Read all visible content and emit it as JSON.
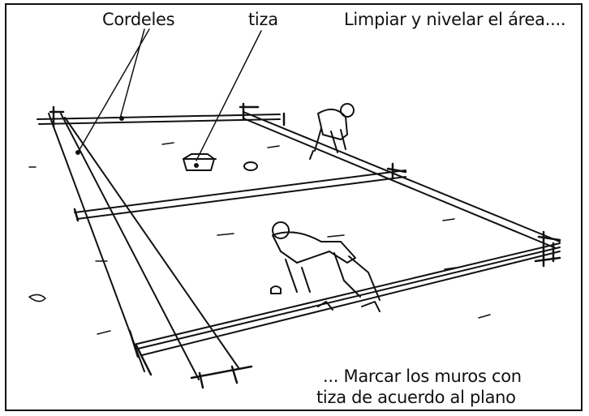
{
  "labels": {
    "cordeles": "Cordeles",
    "tiza": "tiza",
    "limpiar": "Limpiar y nivelar el área....",
    "marcar_line1": "... Marcar los muros con",
    "marcar_line2": "tiza de acuerdo al plano"
  },
  "colors": {
    "ink": "#111111",
    "background": "#ffffff"
  }
}
